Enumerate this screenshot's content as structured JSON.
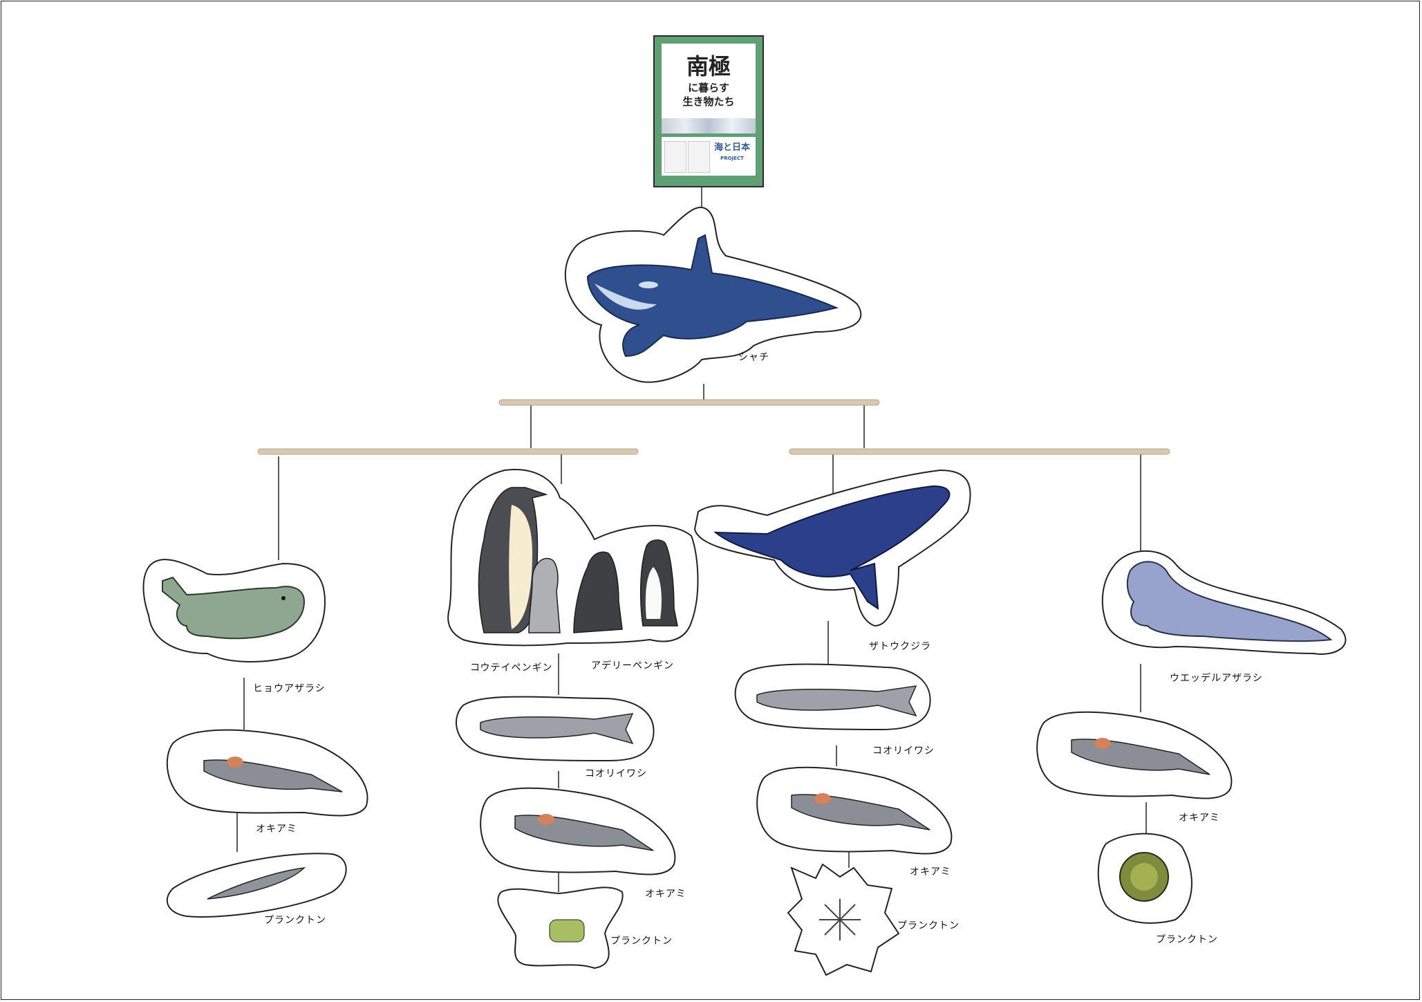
{
  "title_card": {
    "title_main": "南極",
    "title_sub_1": "に暮らす",
    "title_sub_2": "生き物たち",
    "logo_text": "海と日本",
    "logo_sub": "PROJECT",
    "color": "#5e9f74"
  },
  "animals": {
    "orca": "シャチ",
    "leopard_seal": "ヒョウアザラシ",
    "emperor_penguin": "コウテイペンギン",
    "adelie_penguin": "アデリーペンギン",
    "humpback_whale": "ザトウクジラ",
    "weddell_seal": "ウエッデルアザラシ",
    "krill_1": "オキアミ",
    "krill_2": "オキアミ",
    "krill_3": "オキアミ",
    "krill_4": "オキアミ",
    "icefish_1": "コオリイワシ",
    "icefish_2": "コオリイワシ",
    "plankton_1": "プランクトン",
    "plankton_2": "プランクトン",
    "plankton_3": "プランクトン",
    "plankton_4": "プランクトン"
  }
}
